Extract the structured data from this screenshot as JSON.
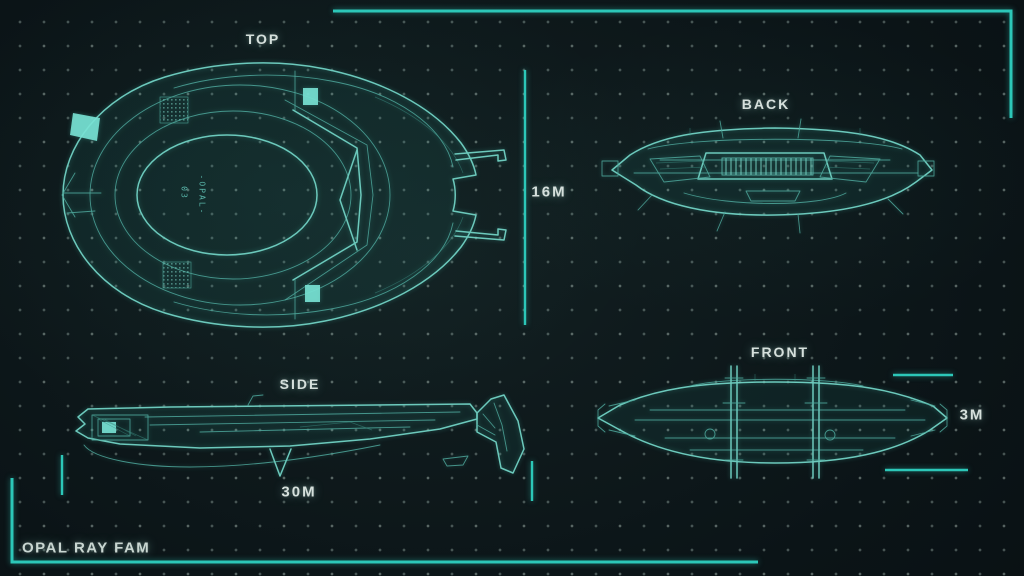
{
  "page": {
    "title": "OPAL RAY FAM"
  },
  "views": {
    "top": {
      "label": "TOP"
    },
    "back": {
      "label": "BACK"
    },
    "side": {
      "label": "SIDE"
    },
    "front": {
      "label": "FRONT"
    }
  },
  "dimensions": {
    "width": "16M",
    "length": "30M",
    "height": "3M"
  },
  "hull_markings": {
    "name": "-OPAL-",
    "number": "03"
  },
  "colors": {
    "accent": "#2cc7b8",
    "line": "#63c2b5",
    "background": "#0c1518",
    "label_text": "#d6e0dc"
  }
}
